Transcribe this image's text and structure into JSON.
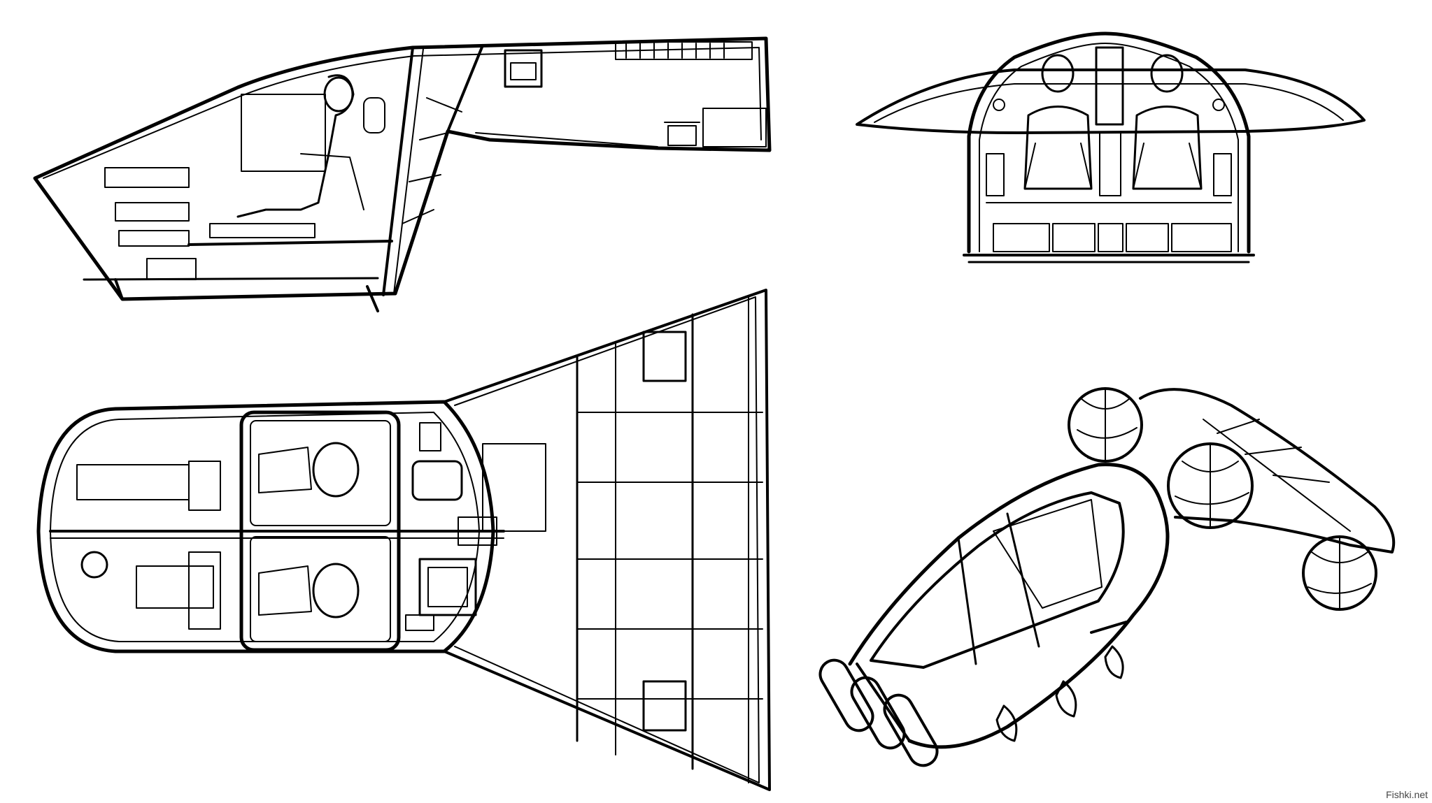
{
  "watermark": {
    "text": "Fishki.net"
  },
  "colors": {
    "ink": "#000000",
    "paper": "#ffffff"
  },
  "views": [
    {
      "key": "side",
      "icon": "side-cutaway-drawing"
    },
    {
      "key": "front",
      "icon": "front-crew-view-drawing"
    },
    {
      "key": "top",
      "icon": "top-plan-view-drawing"
    },
    {
      "key": "perspective",
      "icon": "perspective-view-drawing"
    }
  ]
}
